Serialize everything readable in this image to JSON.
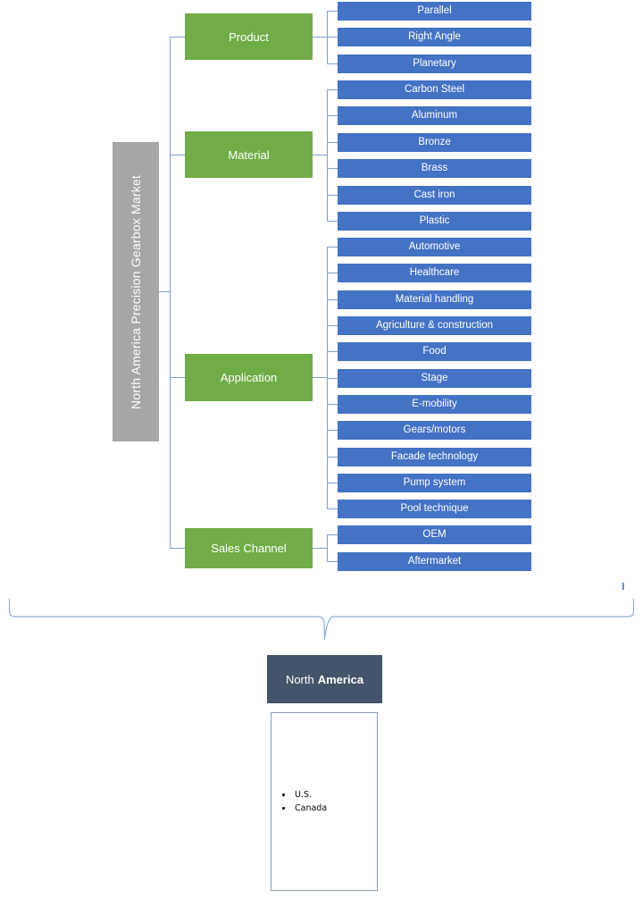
{
  "root": {
    "label": "North America Precision Gearbox Market",
    "color": "#A6A6A6"
  },
  "colors": {
    "category": "#70AD47",
    "leaf": "#4472C4",
    "connector": "#7F9FD1",
    "region_header": "#44546A",
    "region_border": "#8C9BB0"
  },
  "categories": [
    {
      "label": "Product",
      "items": [
        "Parallel",
        "Right Angle",
        "Planetary"
      ]
    },
    {
      "label": "Material",
      "items": [
        "Carbon Steel",
        "Aluminum",
        "Bronze",
        "Brass",
        "Cast iron",
        "Plastic"
      ]
    },
    {
      "label": "Application",
      "items": [
        "Automotive",
        "Healthcare",
        "Material handling",
        "Agriculture & construction",
        "Food",
        "Stage",
        "E-mobility",
        "Gears/motors",
        "Facade technology",
        "Pump system",
        "Pool technique"
      ]
    },
    {
      "label": "Sales Channel",
      "items": [
        "OEM",
        "Aftermarket"
      ]
    }
  ],
  "region": {
    "title_light": "North",
    "title_bold": "America",
    "countries": [
      "U.S.",
      "Canada"
    ]
  }
}
